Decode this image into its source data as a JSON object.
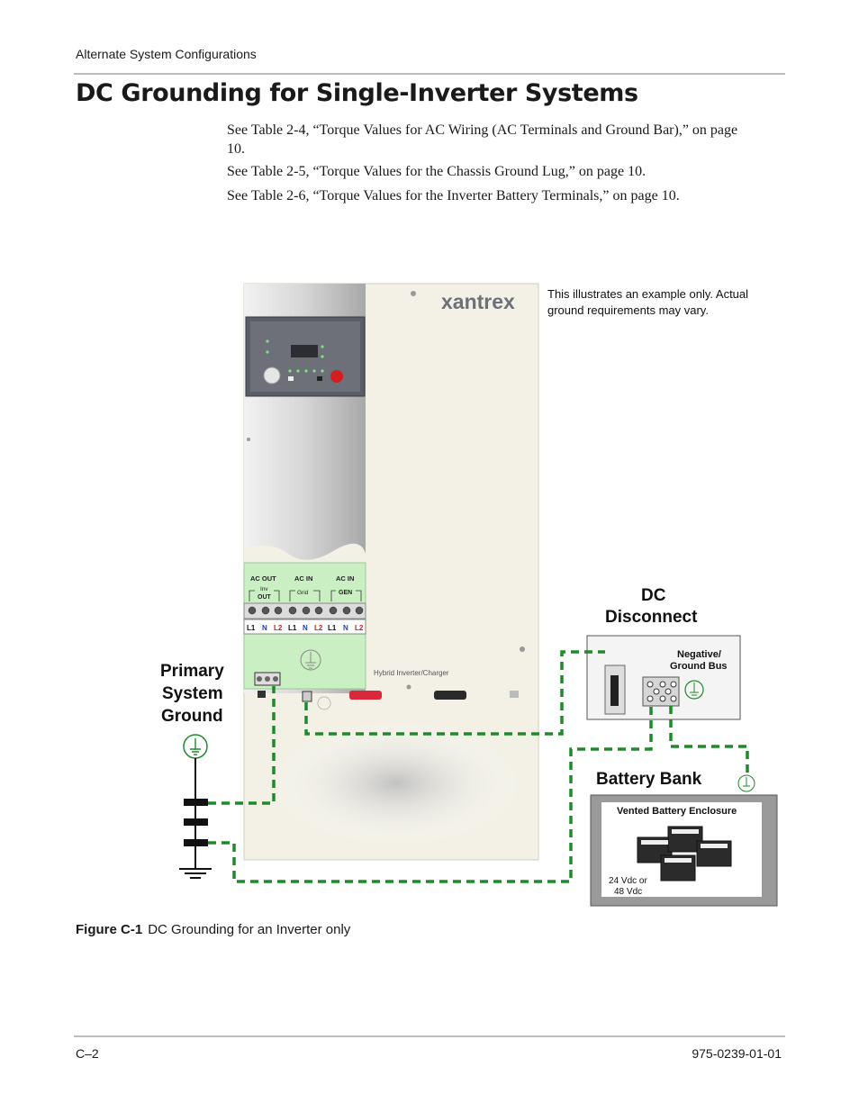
{
  "header": {
    "section_title": "Alternate System Configurations"
  },
  "page_title": "DC Grounding for Single-Inverter Systems",
  "paragraphs": [
    "See Table 2-4, “Torque Values for AC Wiring (AC Terminals and Ground Bar),” on page 10.",
    "See Table 2-5, “Torque Values for the Chassis Ground Lug,” on page 10.",
    "See Table 2-6, “Torque Values for the Inverter Battery Terminals,” on page 10."
  ],
  "figure": {
    "note_line1": "This illustrates an example only. Actual",
    "note_line2": "ground requirements may vary.",
    "brand": "xantrex",
    "inverter_label": "Hybrid Inverter/Charger",
    "ac_out": "AC OUT",
    "ac_out_sub1": "Inv",
    "ac_out_sub2": "OUT",
    "ac_in_grid": "AC IN",
    "ac_in_grid_sub": "Grid",
    "ac_in_gen": "AC IN",
    "ac_in_gen_sub": "GEN",
    "terminals": [
      "L1",
      "N",
      "L2",
      "L1",
      "N",
      "L2",
      "L1",
      "N",
      "L2"
    ],
    "primary_ground_line1": "Primary",
    "primary_ground_line2": "System",
    "primary_ground_line3": "Ground",
    "dc_disconnect_line1": "DC",
    "dc_disconnect_line2": "Disconnect",
    "neg_bus_line1": "Negative/",
    "neg_bus_line2": "Ground Bus",
    "battery_bank": "Battery Bank",
    "enclosure": "Vented Battery Enclosure",
    "voltage_line1": "24 Vdc or",
    "voltage_line2": "48 Vdc",
    "caption_label": "Figure C-1",
    "caption_text": "DC Grounding for an Inverter only"
  },
  "footer": {
    "page_number": "C–2",
    "doc_number": "975-0239-01-01"
  },
  "colors": {
    "ground_wire": "#1f8a2a",
    "panel_green": "#c9efc2",
    "rule": "#bdbdbd"
  }
}
